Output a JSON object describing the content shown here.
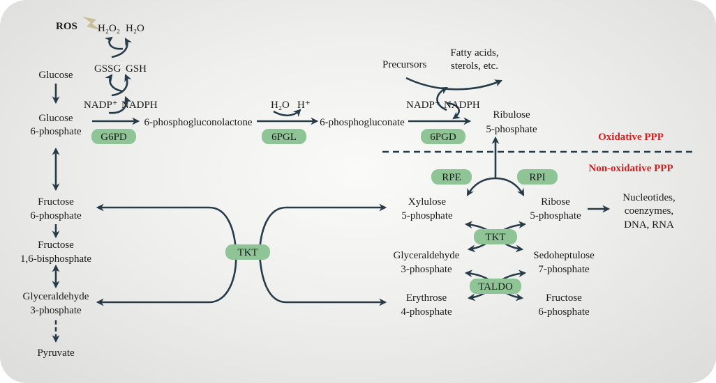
{
  "labels": {
    "ros": "ROS",
    "h2o2": "H₂O₂",
    "h2o_top": "H₂O",
    "gssg": "GSSG",
    "gsh": "GSH",
    "nadp_1": "NADP⁺",
    "nadph_1": "NADPH",
    "glucose": "Glucose",
    "glucose6p_l1": "Glucose",
    "glucose6p_l2": "6-phosphate",
    "phosphogluconolactone": "6-phosphogluconolactone",
    "h2o_mid": "H₂O",
    "hplus": "H⁺",
    "phosphogluconate": "6-phosphogluconate",
    "precursors": "Precursors",
    "fatty_l1": "Fatty acids,",
    "fatty_l2": "sterols, etc.",
    "nadp_2": "NADP⁺",
    "nadph_2": "NADPH",
    "ribulose_l1": "Ribulose",
    "ribulose_l2": "5-phosphate",
    "oxidative": "Oxidative PPP",
    "nonoxidative": "Non-oxidative PPP",
    "fructose6p_l1": "Fructose",
    "fructose6p_l2": "6-phosphate",
    "fructose16bp_l1": "Fructose",
    "fructose16bp_l2": "1,6-bisphosphate",
    "gap_left_l1": "Glyceraldehyde",
    "gap_left_l2": "3-phosphate",
    "pyruvate": "Pyruvate",
    "xylulose_l1": "Xylulose",
    "xylulose_l2": "5-phosphate",
    "ribose_l1": "Ribose",
    "ribose_l2": "5-phosphate",
    "nucleo_l1": "Nucleotides,",
    "nucleo_l2": "coenzymes,",
    "nucleo_l3": "DNA, RNA",
    "gap_right_l1": "Glyceraldehyde",
    "gap_right_l2": "3-phosphate",
    "sedo_l1": "Sedoheptulose",
    "sedo_l2": "7-phosphate",
    "erythrose_l1": "Erythrose",
    "erythrose_l2": "4-phosphate",
    "fructose_r_l1": "Fructose",
    "fructose_r_l2": "6-phosphate"
  },
  "enzymes": {
    "g6pd": "G6PD",
    "pgl": "6PGL",
    "pgd": "6PGD",
    "rpe": "RPE",
    "rpi": "RPI",
    "tkt_left": "TKT",
    "tkt_right": "TKT",
    "taldo": "TALDO"
  },
  "colors": {
    "enzyme_fill": "#8fc596",
    "arrow": "#263b48",
    "section_label": "#d71e1e",
    "ros_bolt": "#c9bd9a"
  }
}
